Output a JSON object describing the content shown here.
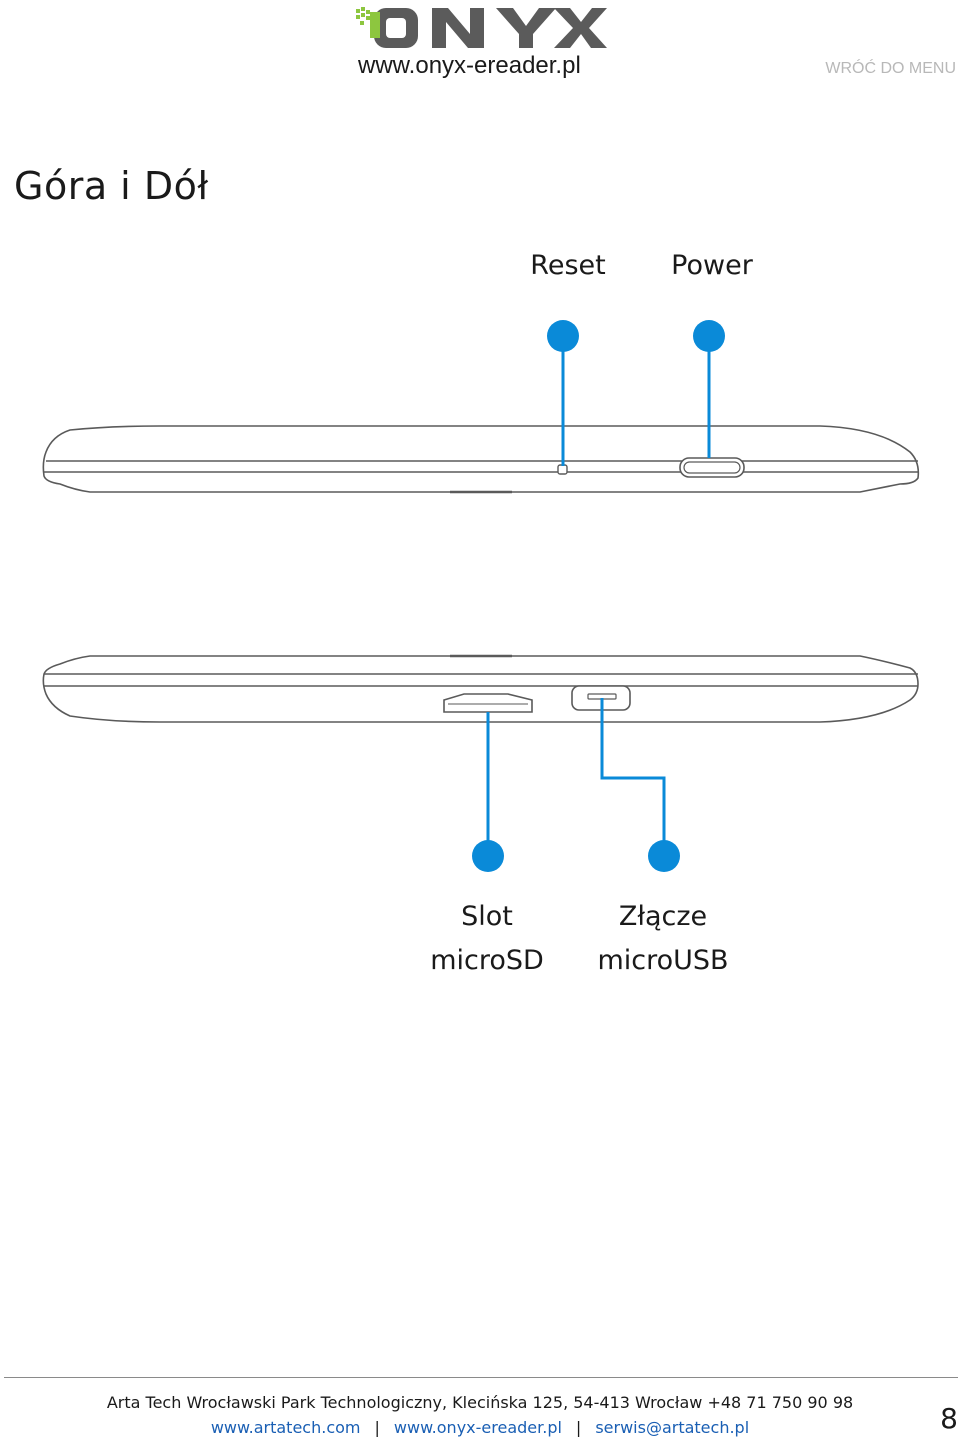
{
  "header": {
    "site_url": "www.onyx-ereader.pl",
    "back_link": "WRÓĆ DO MENU"
  },
  "page": {
    "title": "Góra i Dół",
    "number": "8"
  },
  "top_view": {
    "labels": {
      "reset": "Reset",
      "power": "Power"
    }
  },
  "bottom_view": {
    "labels": {
      "slot_line1": "Slot",
      "slot_line2": "microSD",
      "usb_line1": "Złącze",
      "usb_line2": "microUSB"
    }
  },
  "footer": {
    "address": "Arta Tech Wrocławski Park Technologiczny, Klecińska 125, 54-413 Wrocław +48 71 750 90 98",
    "link1": "www.artatech.com",
    "separator": "|",
    "link2": "www.onyx-ereader.pl",
    "link3": "serwis@artatech.pl"
  },
  "colors": {
    "callout": "#0a8ad8",
    "logo_green": "#8dc63f",
    "logo_grey": "#5b5b5b",
    "link": "#1a5fb4"
  }
}
